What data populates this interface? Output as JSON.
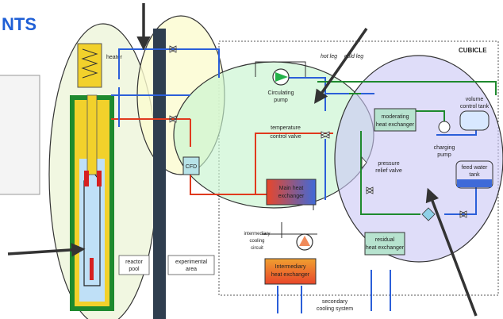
{
  "title_fragment": "NTS",
  "labels": {
    "heater": "heater",
    "circulating_pump": [
      "Circulating",
      "pump"
    ],
    "hot_leg": "hot leg",
    "cold_leg": "cold leg",
    "cubicle": "CUBICLE",
    "temperature_control_valve": [
      "temperature",
      "control valve"
    ],
    "moderating_heat_exchanger": [
      "moderating",
      "heat exchanger"
    ],
    "volume_control_tank": [
      "volume",
      "control tank"
    ],
    "charging_pump": [
      "charging",
      "pump"
    ],
    "pressure_relief_valve": [
      "pressure",
      "relief valve"
    ],
    "feed_water_tank": [
      "feed water",
      "tank"
    ],
    "cfd": "CFD",
    "main_heat_exchanger": [
      "Main heat",
      "exchanger"
    ],
    "intermediary_cooling_circuit": [
      "intermediary",
      "cooling",
      "circuit"
    ],
    "residual_heat_exchanger": [
      "residual",
      "heat exchanger"
    ],
    "reactor_pool": [
      "reactor",
      "pool"
    ],
    "experimental_area": [
      "experimental",
      "area"
    ],
    "intermediary_heat_exchanger": [
      "Intermediary",
      "heat exchanger"
    ],
    "secondary_cooling_system": [
      "secondary",
      "cooling system"
    ]
  },
  "colors": {
    "title": "#1f5fd6",
    "hot": "#e03a1e",
    "cold": "#2b5fd9",
    "green_line": "#1e8a2e",
    "wall": "#2f3e4f",
    "ellipse_reactor": "#eef6dc",
    "ellipse_wall": "#fbfbcf",
    "ellipse_loop": "#c8f5cf",
    "ellipse_cubicle": "#c9c6f5"
  }
}
